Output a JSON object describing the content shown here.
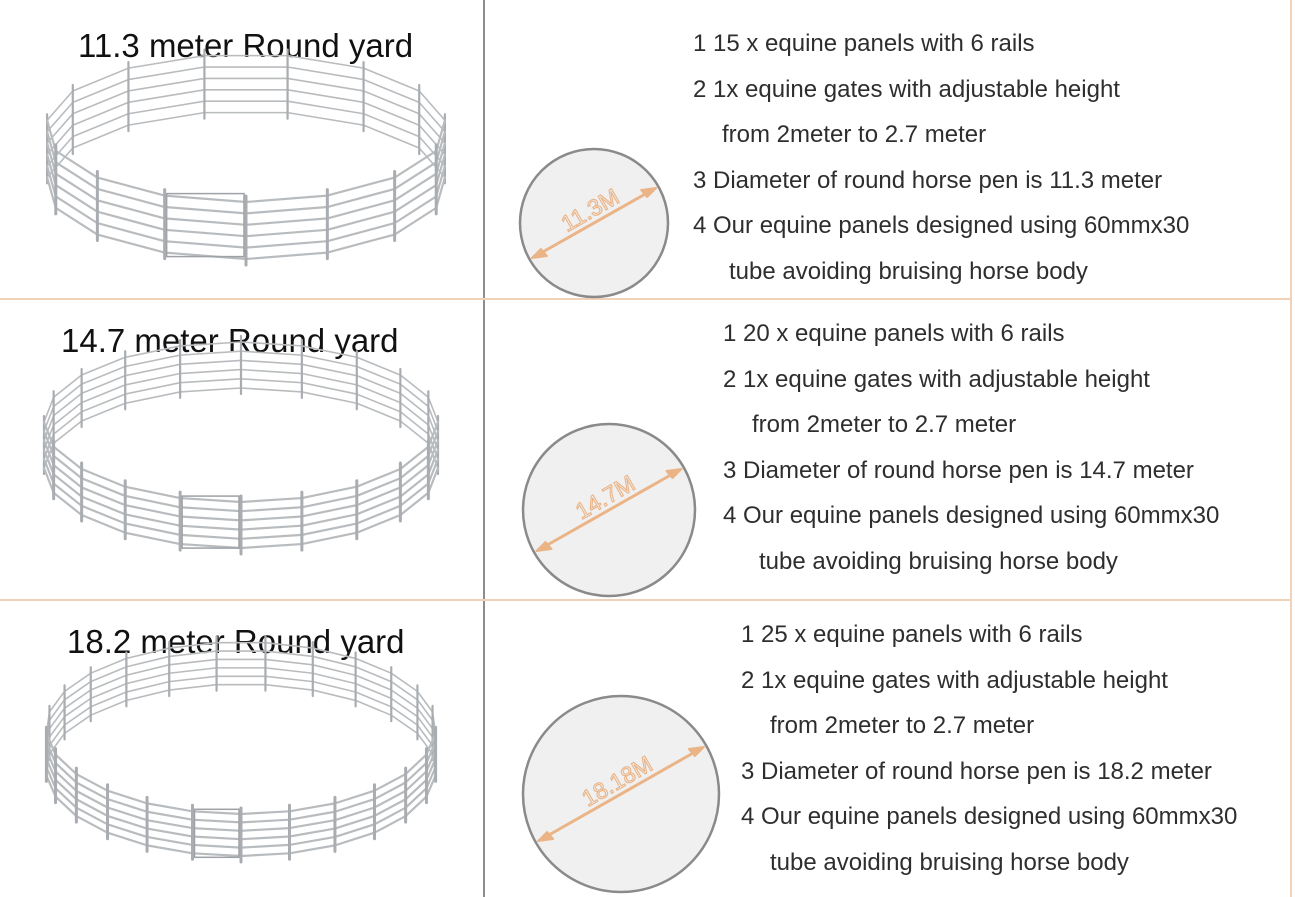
{
  "rows": [
    {
      "title": "11.3 meter Round yard",
      "diameter_label": "11.3M",
      "specs": [
        "1 15 x equine panels with 6 rails",
        "2 1x equine gates with adjustable height",
        "from 2meter to 2.7 meter",
        "3 Diameter of round horse pen is 11.3 meter",
        "4 Our equine panels designed using 60mmx30",
        "tube avoiding bruising horse body"
      ]
    },
    {
      "title": "14.7 meter Round yard",
      "diameter_label": "14.7M",
      "specs": [
        "1  20 x equine panels with 6 rails",
        "2 1x equine gates with adjustable height",
        "from 2meter to 2.7 meter",
        "3 Diameter of round horse pen is 14.7 meter",
        "4 Our equine panels designed using 60mmx30",
        "tube avoiding bruising horse body"
      ]
    },
    {
      "title": "18.2 meter Round yard",
      "diameter_label": "18.18M",
      "specs": [
        "1 25 x equine panels with 6 rails",
        "2 1x equine gates with adjustable height",
        "from 2meter to 2.7 meter",
        "3 Diameter of round horse pen is 18.2 meter",
        "4 Our equine panels designed using 60mmx30",
        "tube avoiding bruising horse body"
      ]
    }
  ],
  "colors": {
    "accent": "#eab487",
    "divider": "#f1d2b7",
    "center_divider": "#8e8e8e",
    "circle_fill": "#f0f0f0",
    "circle_stroke": "#8a8a8a",
    "rail": "#b9bcbf"
  },
  "icons": [
    "round-yard-pen-illustration",
    "diameter-circle-icon",
    "double-arrow-icon"
  ]
}
